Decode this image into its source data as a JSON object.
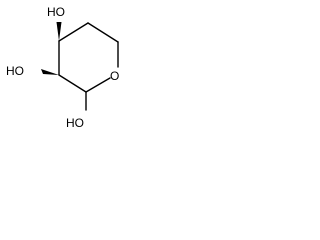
{
  "molecule": {
    "atom_labels": {
      "oh_top": "HO",
      "oh_middle": "HO",
      "oh_bottom": "HO",
      "ring_oxygen": "O"
    },
    "colors": {
      "ink": "#000000",
      "background": "#ffffff"
    }
  }
}
